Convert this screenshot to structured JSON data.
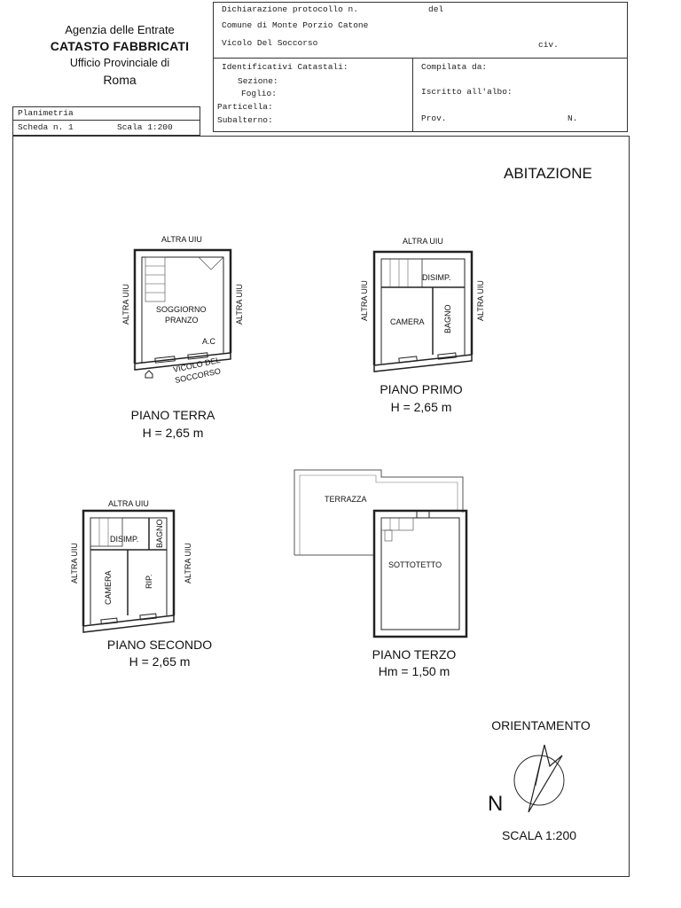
{
  "header": {
    "agency_line1": "Agenzia delle Entrate",
    "agency_line2": "CATASTO FABBRICATI",
    "agency_line3": "Ufficio Provinciale di",
    "agency_line4": "Roma",
    "protocollo_label": "Dichiarazione protocollo n.",
    "del_label": "del",
    "comune": "Comune di Monte Porzio Catone",
    "indirizzo": "Vicolo Del Soccorso",
    "civ_label": "civ.",
    "identificativi_label": "Identificativi Catastali:",
    "sezione_label": "Sezione:",
    "foglio_label": "Foglio:",
    "particella_label": "Particella:",
    "subalterno_label": "Subalterno:",
    "compilata_label": "Compilata da:",
    "iscritto_label": "Iscritto all'albo:",
    "prov_label": "Prov.",
    "n_label": "N."
  },
  "scheda": {
    "planimetria_label": "Planimetria",
    "scheda_label": "Scheda n. 1",
    "scala_label": "Scala 1:200"
  },
  "sheet": {
    "title": "ABITAZIONE",
    "orientamento": "ORIENTAMENTO",
    "north_letter": "N",
    "scala": "SCALA 1:200"
  },
  "plans": {
    "terra": {
      "title": "PIANO TERRA",
      "height": "H = 2,65 m",
      "altra_top": "ALTRA UIU",
      "altra_left": "ALTRA UIU",
      "altra_right": "ALTRA UIU",
      "room1": "SOGGIORNO",
      "room2": "PRANZO",
      "ac": "A.C",
      "street1": "VICOLO DEL",
      "street2": "SOCCORSO"
    },
    "primo": {
      "title": "PIANO PRIMO",
      "height": "H = 2,65 m",
      "altra_top": "ALTRA UIU",
      "altra_left": "ALTRA UIU",
      "altra_right": "ALTRA UIU",
      "disimp": "DISIMP.",
      "camera": "CAMERA",
      "bagno": "BAGNO"
    },
    "secondo": {
      "title": "PIANO SECONDO",
      "height": "H = 2,65 m",
      "altra_top": "ALTRA UIU",
      "altra_left": "ALTRA UIU",
      "altra_right": "ALTRA UIU",
      "disimp": "DISIMP.",
      "bagno": "BAGNO",
      "camera": "CAMERA",
      "rip": "RIP."
    },
    "terzo": {
      "title": "PIANO TERZO",
      "height": "Hm = 1,50 m",
      "terrazza": "TERRAZZA",
      "sottotetto": "SOTTOTETTO"
    }
  }
}
